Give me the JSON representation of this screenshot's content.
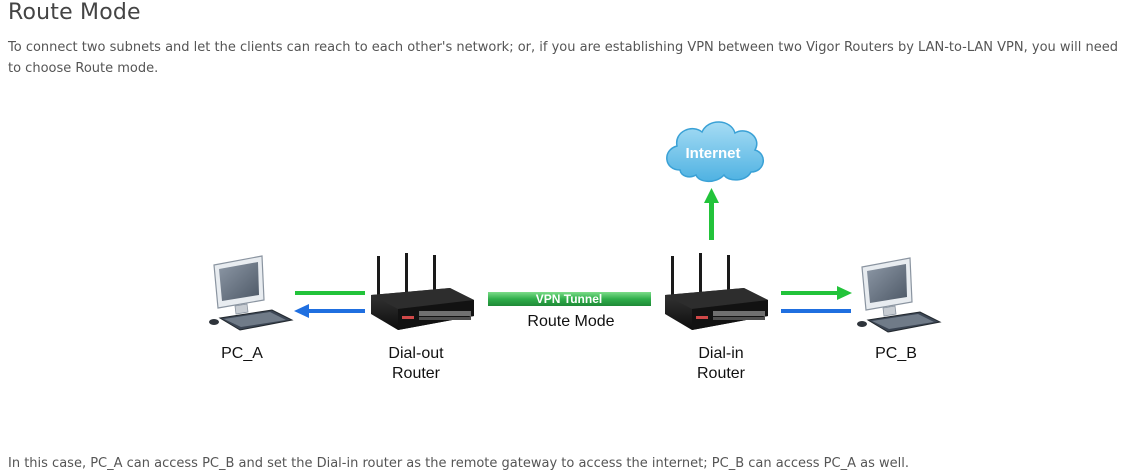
{
  "page": {
    "title": "Route Mode",
    "intro": "To connect two subnets and let the clients can reach to each other's network; or, if you are establishing VPN between two Vigor Routers by LAN-to-LAN VPN, you will need to choose Route mode.",
    "outro": "In this case, PC_A can access PC_B and set the Dial-in router as the remote gateway to access the internet; PC_B can access PC_A as well."
  },
  "diagram": {
    "internet_label": "Internet",
    "tunnel_label": "VPN Tunnel",
    "tunnel_mode": "Route Mode",
    "pc_a": "PC_A",
    "pc_b": "PC_B",
    "dialout_line1": "Dial-out",
    "dialout_line2": "Router",
    "dialin_line1": "Dial-in",
    "dialin_line2": "Router",
    "colors": {
      "green_arrow": "#22c33a",
      "blue_arrow": "#1f6fe0",
      "cloud": "#6cc4ec",
      "tunnel": "#2fae4a"
    }
  }
}
